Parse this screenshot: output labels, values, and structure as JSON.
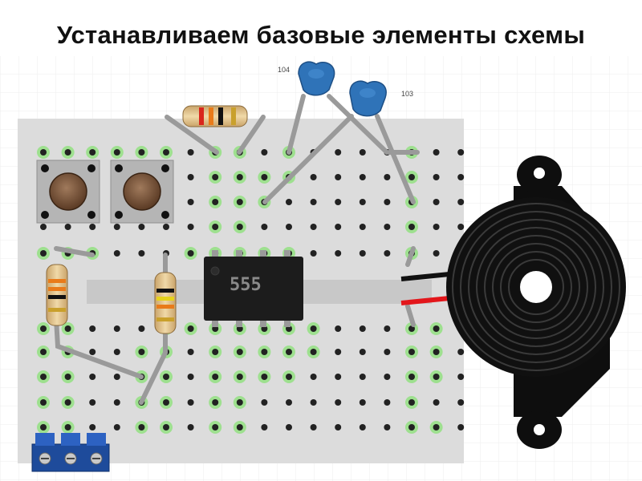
{
  "title": "Устанавливаем базовые элементы схемы",
  "capacitors": [
    {
      "id": "c1",
      "label": "104"
    },
    {
      "id": "c2",
      "label": "103"
    }
  ],
  "chip": {
    "label": "555"
  },
  "buttons": [
    {
      "id": "btn1",
      "name": "push-button-left"
    },
    {
      "id": "btn2",
      "name": "push-button-right"
    }
  ],
  "colors": {
    "board": "#dcdcdc",
    "hole": "#222222",
    "connected_hole_glow": "#9ee08f",
    "wire": "#9a9a9a",
    "wire_red": "#e3161b",
    "wire_black": "#111111",
    "capacitor": "#2f73b8",
    "terminal_block": "#1e4b9b",
    "chip": "#1c1c1c",
    "buzzer": "#101010"
  }
}
